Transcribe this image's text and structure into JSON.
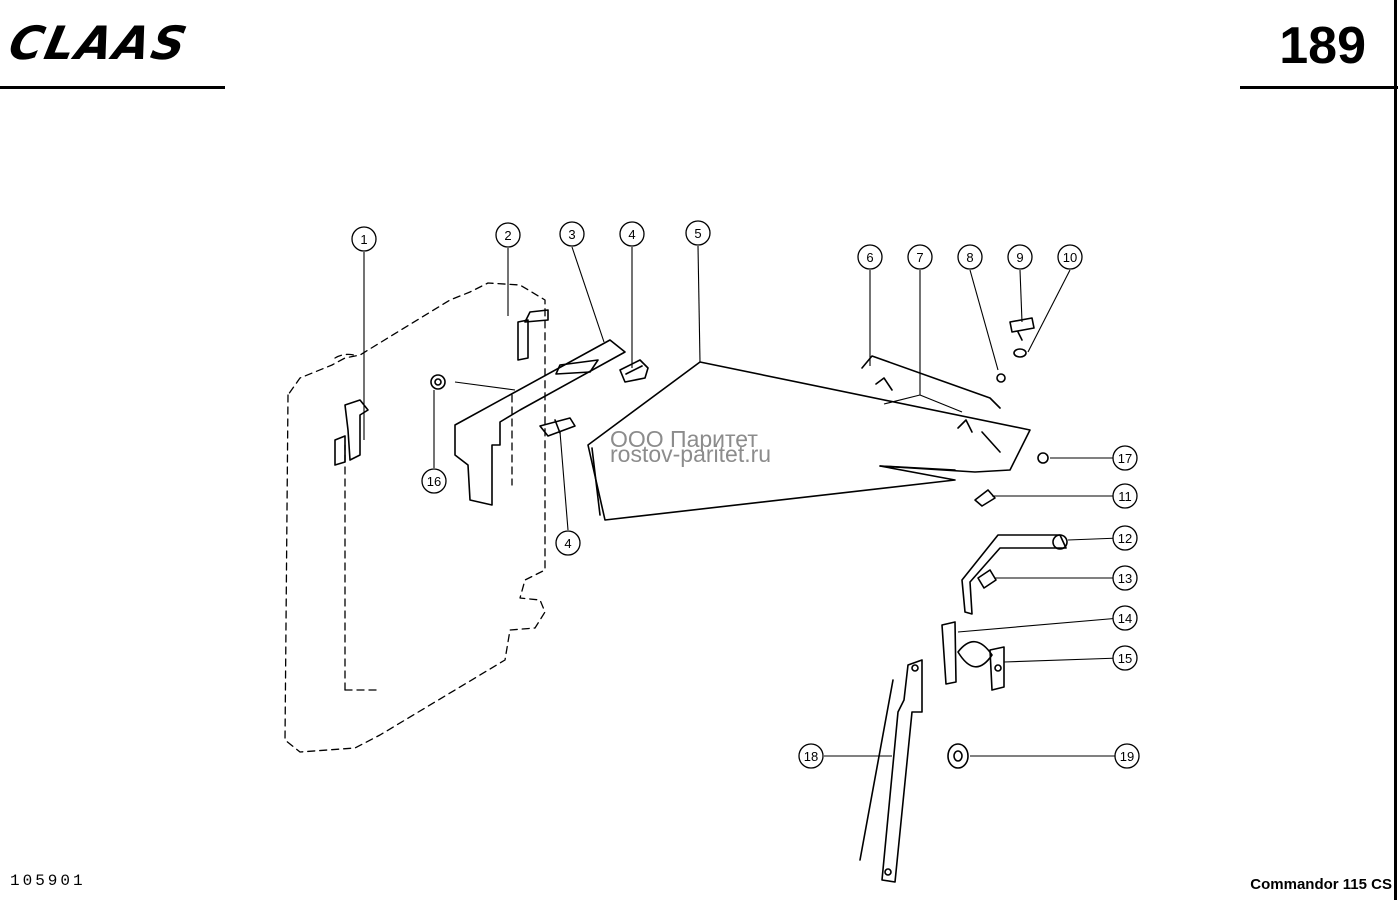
{
  "header": {
    "brand": "CLAAS",
    "page_number": "189"
  },
  "footer": {
    "doc_id": "105901",
    "model": "Commandor 115 CS"
  },
  "watermark": {
    "line1": "ООО Паритет",
    "line2": "rostov-paritet.ru"
  },
  "callouts": [
    {
      "id": "callout-1",
      "label": "1"
    },
    {
      "id": "callout-2",
      "label": "2"
    },
    {
      "id": "callout-3",
      "label": "3"
    },
    {
      "id": "callout-4a",
      "label": "4"
    },
    {
      "id": "callout-4b",
      "label": "4"
    },
    {
      "id": "callout-5",
      "label": "5"
    },
    {
      "id": "callout-6",
      "label": "6"
    },
    {
      "id": "callout-7",
      "label": "7"
    },
    {
      "id": "callout-8",
      "label": "8"
    },
    {
      "id": "callout-9",
      "label": "9"
    },
    {
      "id": "callout-10",
      "label": "10"
    },
    {
      "id": "callout-11",
      "label": "11"
    },
    {
      "id": "callout-12",
      "label": "12"
    },
    {
      "id": "callout-13",
      "label": "13"
    },
    {
      "id": "callout-14",
      "label": "14"
    },
    {
      "id": "callout-15",
      "label": "15"
    },
    {
      "id": "callout-16",
      "label": "16"
    },
    {
      "id": "callout-17",
      "label": "17"
    },
    {
      "id": "callout-18",
      "label": "18"
    },
    {
      "id": "callout-19",
      "label": "19"
    }
  ]
}
